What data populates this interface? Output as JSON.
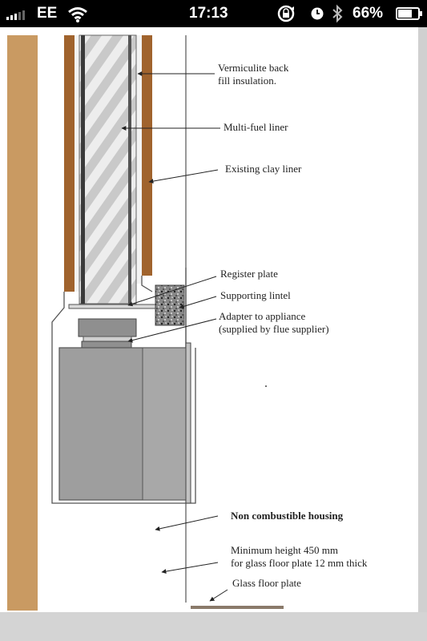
{
  "status_bar": {
    "carrier": "EE",
    "time": "17:13",
    "battery": "66%",
    "icons": [
      "signal-bars-icon",
      "wifi-icon",
      "rotation-lock-icon",
      "alarm-clock-icon",
      "bluetooth-icon",
      "battery-icon"
    ]
  },
  "diagram": {
    "labels": {
      "vermiculite_1": "Vermiculite back",
      "vermiculite_2": "fill insulation.",
      "multi_fuel_liner": "Multi-fuel liner",
      "existing_clay_liner": "Existing clay liner",
      "register_plate": "Register plate",
      "supporting_lintel": "Supporting lintel",
      "adapter_1": "Adapter to appliance",
      "adapter_2": "(supplied by flue supplier)",
      "housing": "Non combustible housing",
      "min_height_1": "Minimum height 450 mm",
      "min_height_2": "for glass floor plate 12 mm thick",
      "glass_floor_plate": "Glass floor plate"
    },
    "colors": {
      "wood": "#c99a62",
      "clay": "#a0632d",
      "liner": "#c6c6c6",
      "appliance": "#9e9e9e",
      "adapter": "#8f8f8f",
      "lintel": "#8a8a8a",
      "floor_plate": "#8a7a6a"
    }
  }
}
